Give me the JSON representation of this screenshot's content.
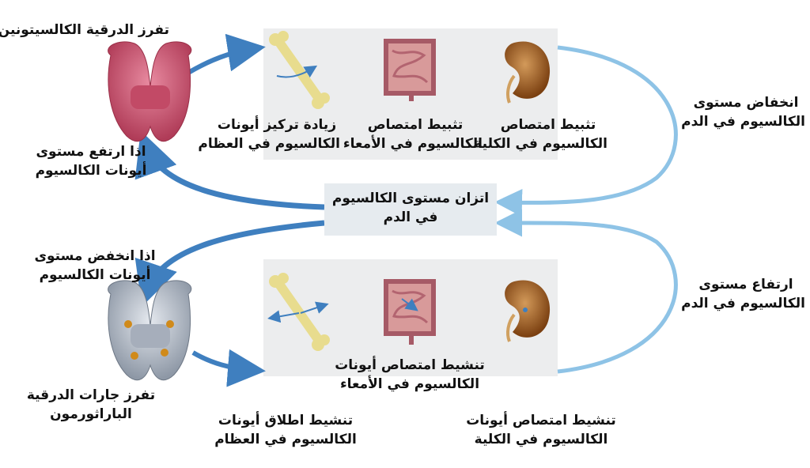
{
  "thyroid": {
    "secretes": "تفرز الدرقية الكالسيتونين",
    "condition_line1": "اذا ارتفع مستوى",
    "condition_line2": "أيونات الكالسيوم"
  },
  "parathyroid": {
    "condition_line1": "اذا انخفض مستوى",
    "condition_line2": "أيونات الكالسيوم",
    "secretes_line1": "تفرز جارات الدرقية",
    "secretes_line2": "الباراثورمون"
  },
  "top_panel": {
    "bone_line1": "زيادة تركيز أيونات",
    "bone_line2": "الكالسيوم في العظام",
    "intestine_line1": "تثبيط امتصاص",
    "intestine_line2": "الكالسيوم في الأمعاء",
    "kidney_line1": "تثبيط امتصاص",
    "kidney_line2": "الكالسيوم في الكلية"
  },
  "bottom_panel": {
    "intestine_line1": "تنشيط امتصاص أيونات",
    "intestine_line2": "الكالسيوم في الأمعاء",
    "bone_line1": "تنشيط اطلاق أيونات",
    "bone_line2": "الكالسيوم في العظام",
    "kidney_line1": "تنشيط امتصاص أيونات",
    "kidney_line2": "الكالسيوم في الكلية"
  },
  "center": {
    "line1": "اتزان مستوى الكالسيوم",
    "line2": "في الدم"
  },
  "right": {
    "decrease_line1": "انخفاض مستوى",
    "decrease_line2": "الكالسيوم في الدم",
    "increase_line1": "ارتفاع مستوى",
    "increase_line2": "الكالسيوم في الدم"
  },
  "colors": {
    "thyroid": "#c8506a",
    "parathyroid": "#b8c0cc",
    "arrow_dark": "#3f7fbf",
    "arrow_light": "#8ec3e6",
    "bone": "#e8dc8e",
    "kidney": "#9a5a1e",
    "intestine": "#c98a8a"
  }
}
